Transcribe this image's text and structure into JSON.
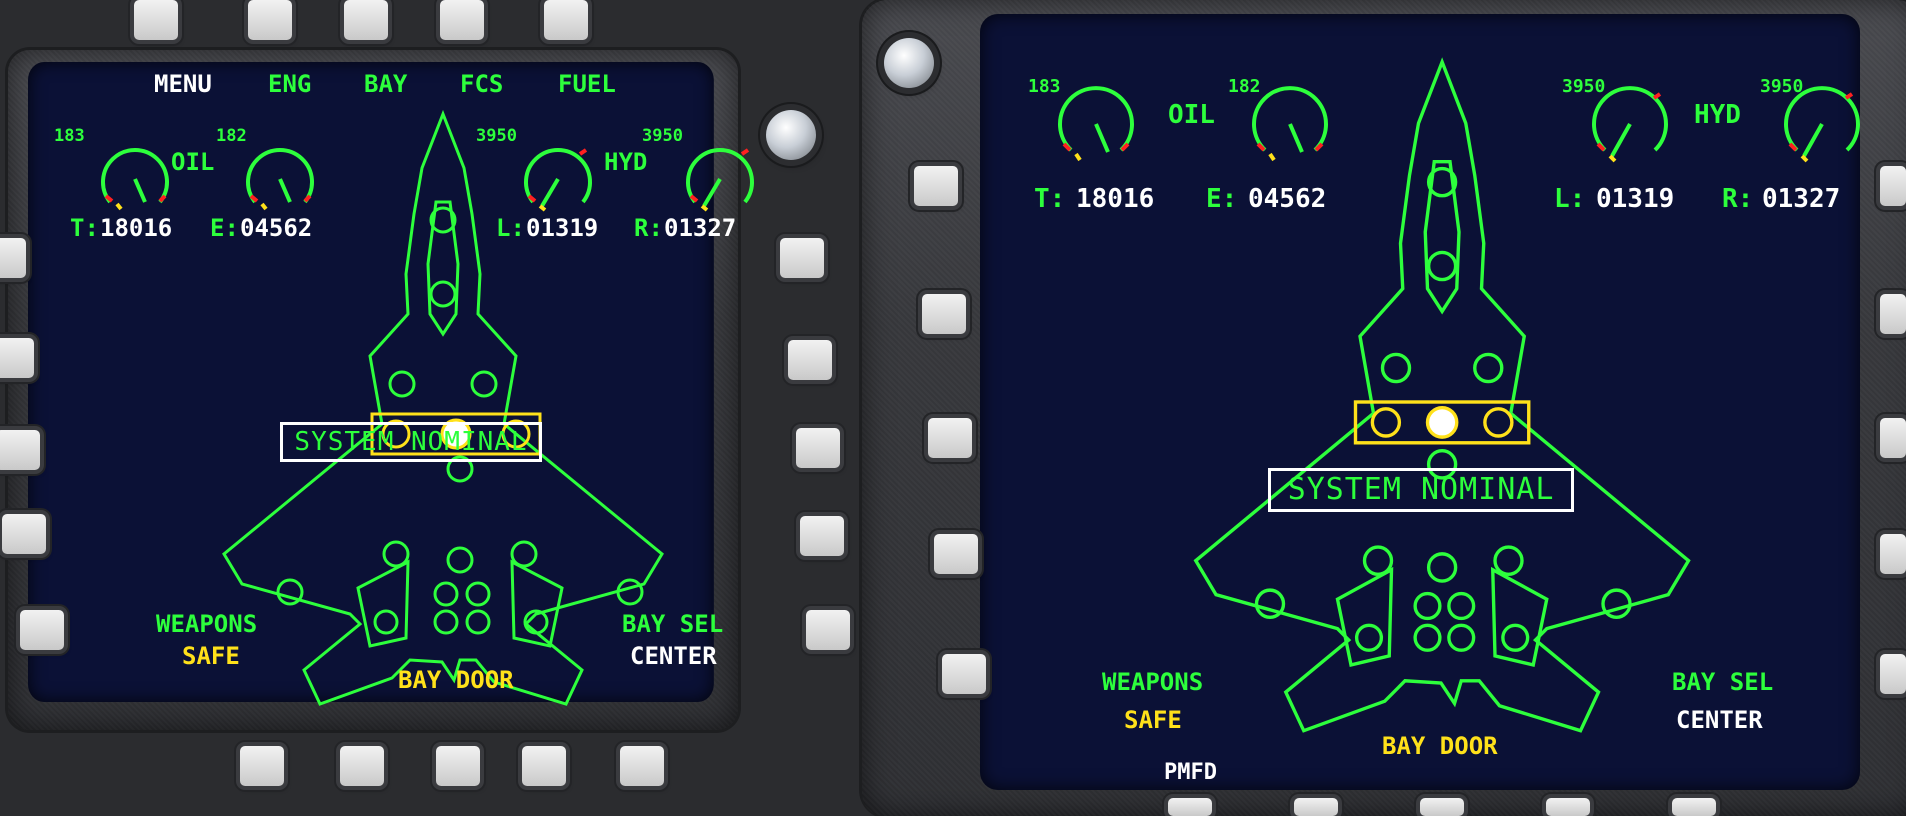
{
  "top_menu": {
    "menu": "MENU",
    "eng": "ENG",
    "bay": "BAY",
    "fcs": "FCS",
    "fuel": "FUEL"
  },
  "gauges": {
    "oil_label": "OIL",
    "hyd_label": "HYD",
    "oil_left_value": "183",
    "oil_right_value": "182",
    "hyd_left_value": "3950",
    "hyd_right_value": "3950"
  },
  "readouts": {
    "t_label": "T:",
    "t_value": "18016",
    "e_label": "E:",
    "e_value": "04562",
    "l_label": "L:",
    "l_value": "01319",
    "r_label": "R:",
    "r_value": "01327"
  },
  "status": {
    "system": "SYSTEM NOMINAL",
    "weapons_label": "WEAPONS",
    "weapons_state": "SAFE",
    "bay_sel_label": "BAY SEL",
    "bay_sel_value": "CENTER",
    "bay_door": "BAY DOOR"
  },
  "footer": {
    "pmfd": "PMFD"
  },
  "colors": {
    "screen_bg": "#0b1136",
    "symbology_green": "#2dff3c",
    "caution_yellow": "#ffe11a",
    "text_white": "#ffffff",
    "warning_red": "#ff2020"
  }
}
